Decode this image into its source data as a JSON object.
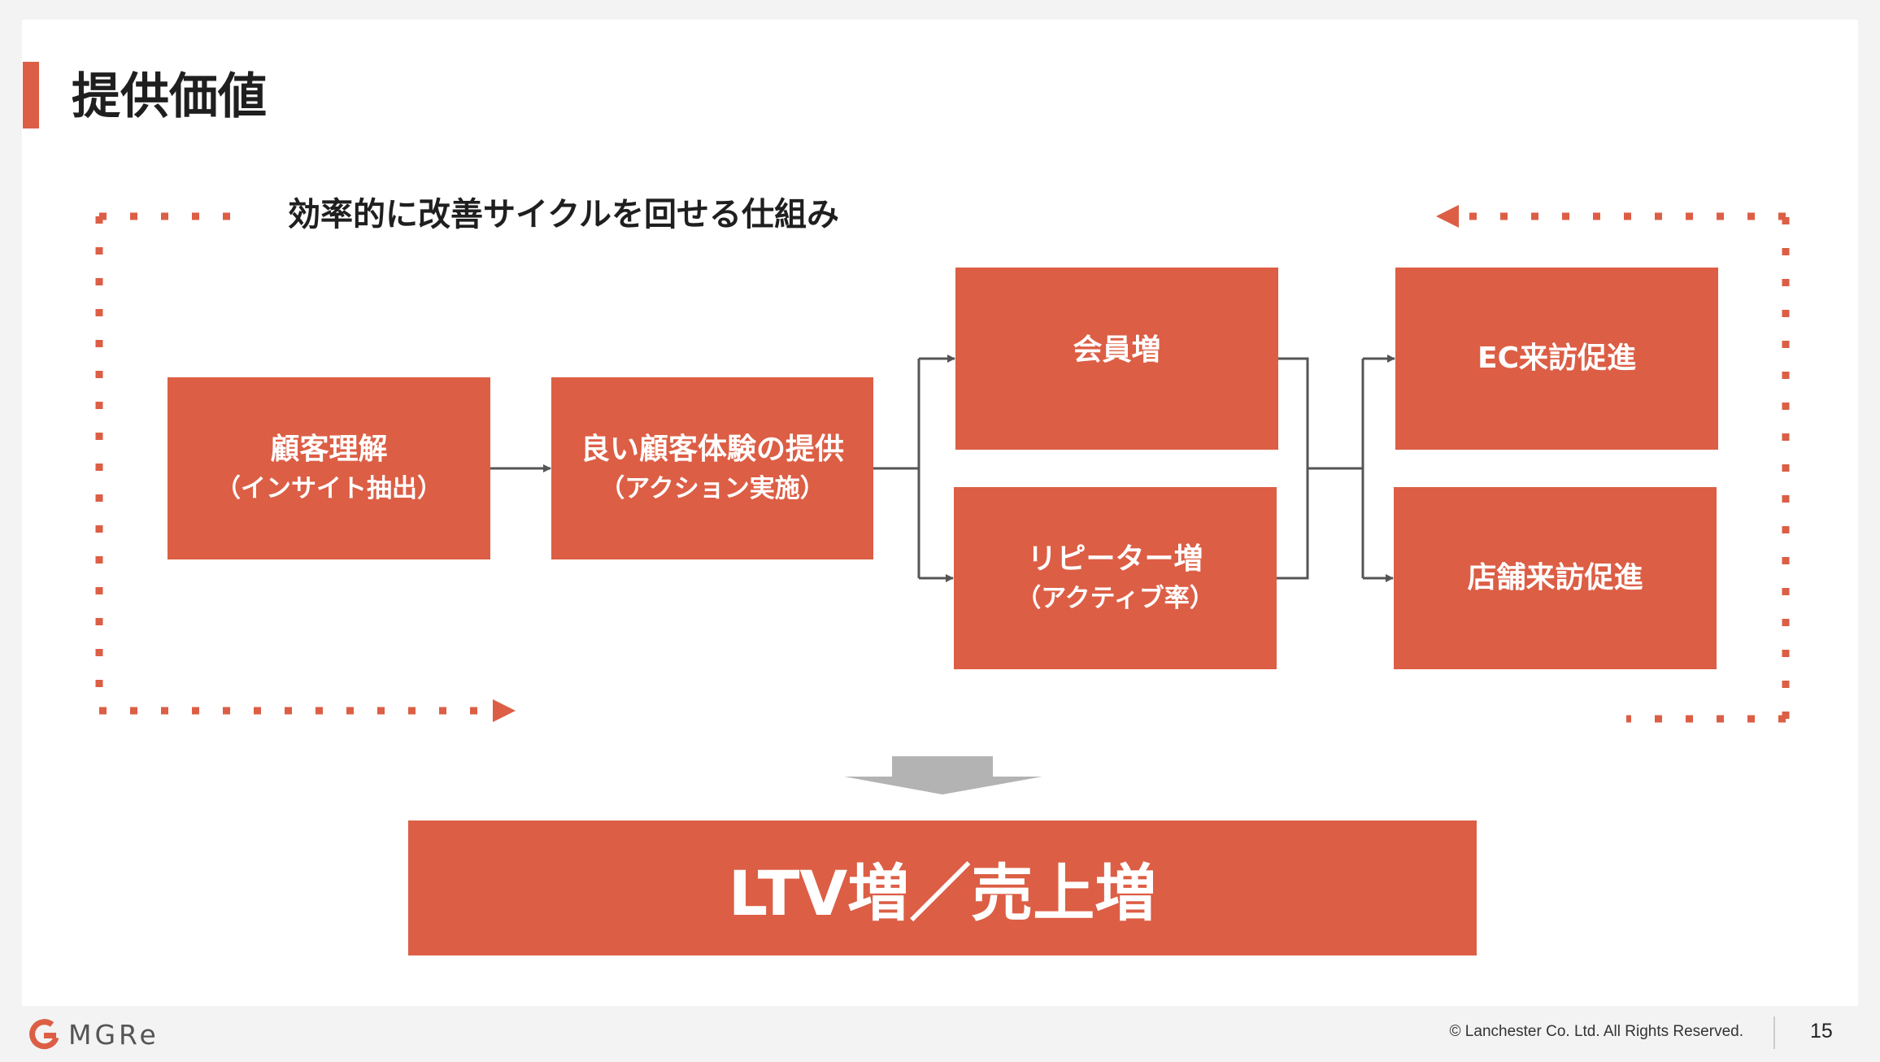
{
  "page_title": "提供価値",
  "subtitle": "効率的に改善サイクルを回せる仕組み",
  "boxes": {
    "customer_understanding": {
      "line1": "顧客理解",
      "line2": "（インサイト抽出）"
    },
    "good_experience": {
      "line1": "良い顧客体験の提供",
      "line2": "（アクション実施）"
    },
    "member_increase": {
      "line1": "会員増"
    },
    "repeater_increase": {
      "line1": "リピーター増",
      "line2": "（アクティブ率）"
    },
    "ec_visit": {
      "line1": "EC来訪促進"
    },
    "store_visit": {
      "line1": "店舗来訪促進"
    }
  },
  "result": "LTV増／売上増",
  "footer": {
    "logo_text": "MGRe",
    "copyright": "© Lanchester Co. Ltd. All Rights Reserved.",
    "page_number": "15"
  },
  "colors": {
    "accent": "#dc5e45",
    "connector": "#555555",
    "down_arrow": "#b3b3b3"
  }
}
